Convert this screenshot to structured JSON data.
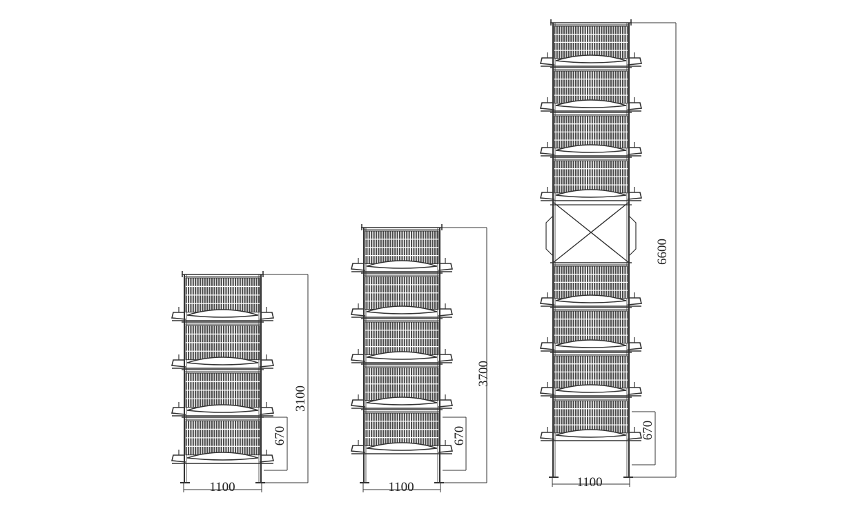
{
  "diagram": {
    "colors": {
      "line": "#333333",
      "mesh": "#4a4a4a",
      "background": "#ffffff"
    },
    "frames": [
      {
        "name": "cage-frame-4-tier",
        "tiers": 4,
        "has_cross_brace": false,
        "width_label": "1100",
        "height_label": "3100",
        "tier_label": "670"
      },
      {
        "name": "cage-frame-5-tier",
        "tiers": 5,
        "has_cross_brace": false,
        "width_label": "1100",
        "height_label": "3700",
        "tier_label": "670"
      },
      {
        "name": "cage-frame-8-tier",
        "tiers": 8,
        "has_cross_brace": true,
        "width_label": "1100",
        "height_label": "6600",
        "tier_label": "670"
      }
    ]
  }
}
